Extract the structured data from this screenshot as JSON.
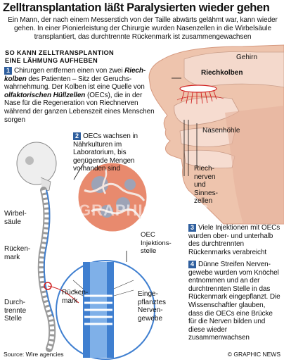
{
  "title": "Zelltransplantation läßt Paralysierten wieder gehen",
  "intro": "Ein Mann, der nach einem Messerstich von der Taille abwärts gelähmt war, kann wieder gehen. In einer Pionierleistung der Chirurgie wurden Nasenzellen in die Wirbelsäule transplantiert, das durchtrennte Rückenmark ist zusammengewachsen",
  "subhead": {
    "line1": "SO KANN ZELLTRANSPLANTION",
    "line2": "EINE LÄHMUNG AUFHEBEN"
  },
  "steps": {
    "s1": {
      "num": "1",
      "a": "Chirurgen entfernen einen von zwei ",
      "b": "Riech­kolben",
      "c": " des Patienten – Sitz der Geruchs­wahrnehmung. Der Kolben ist eine Quelle von ",
      "d": "olfaktorischen Hüllzellen",
      "e": " (OECs), die in der Nase für die Regeneration von Riechnerven während der ganzen Lebenszeit eines Menschen sorgen"
    },
    "s2": {
      "num": "2",
      "text": "OECs wachsen in Nährkulturen im Laboratorium, bis genügende Mengen vorhanden sind"
    },
    "s3": {
      "num": "3",
      "text": "Viele Injektionen mit OECs wurden ober- und unterhalb des durchtrennten Rückenmarks verabreicht"
    },
    "s4": {
      "num": "4",
      "text": "Dünne Streifen Nerven­gewebe wurden vom Knöchel entnommen und an der durchtrennten Stelle in das Rückenmark einge­pflanzt. Die Wissenschaftler glauben, dass die OECs eine Brücke für die Nerven bilden und diese wieder zusammenwachsen"
    }
  },
  "labels": {
    "gehirn": "Gehirn",
    "riechkolben": "Riechkolben",
    "nasenhoehle": "Nasenhöhle",
    "riechnerven": "Riech-\nnerven\nund\nSinnes-\nzellen",
    "wirbelsaeule": "Wirbel-\nsäule",
    "rueckenmark": "Rücken-\nmark",
    "durchtrennte": "Durch-\ntrennte\nStelle",
    "oec_stelle": "OEC\nInjektions-\nstelle",
    "rueckenmark2": "Rücken-\nmark",
    "eingepflanztes": "Einge-\npflanztes\nNerven-\ngewebe"
  },
  "watermark": "GRAPHIC NEWS",
  "source": "Source: Wire agencies",
  "credit": "© GRAPHIC NEWS",
  "colors": {
    "accent": "#2f5f9e",
    "flesh": "#eec4ad",
    "cell_bg": "#e88a6e",
    "nerve_red": "#d02020",
    "spine_blue": "#3f7fd0"
  }
}
